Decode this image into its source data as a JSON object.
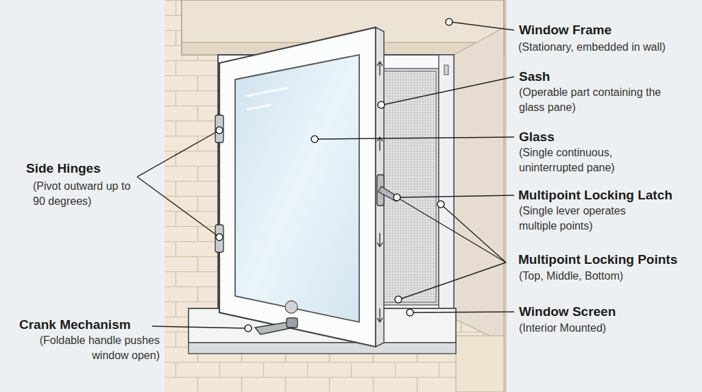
{
  "diagram": {
    "labels": [
      "Window Frame",
      "(Stationary, embedded in wall)",
      "Sash",
      "(Operable part containing the glass pane)",
      "Glass",
      "(Single continuous, uninterrupted pane)",
      "Multipoint Locking Latch",
      "(Single lever operates multiple points)",
      "Multipoint Locking Points",
      "(Top, Middle, Bottom)",
      "Window Screen",
      "(Interior Mounted)",
      "Side Hinges",
      "(Pivot outward up to 90 degrees)",
      "Crank Mechanism",
      "(Foldable handle pushes window open)"
    ]
  }
}
